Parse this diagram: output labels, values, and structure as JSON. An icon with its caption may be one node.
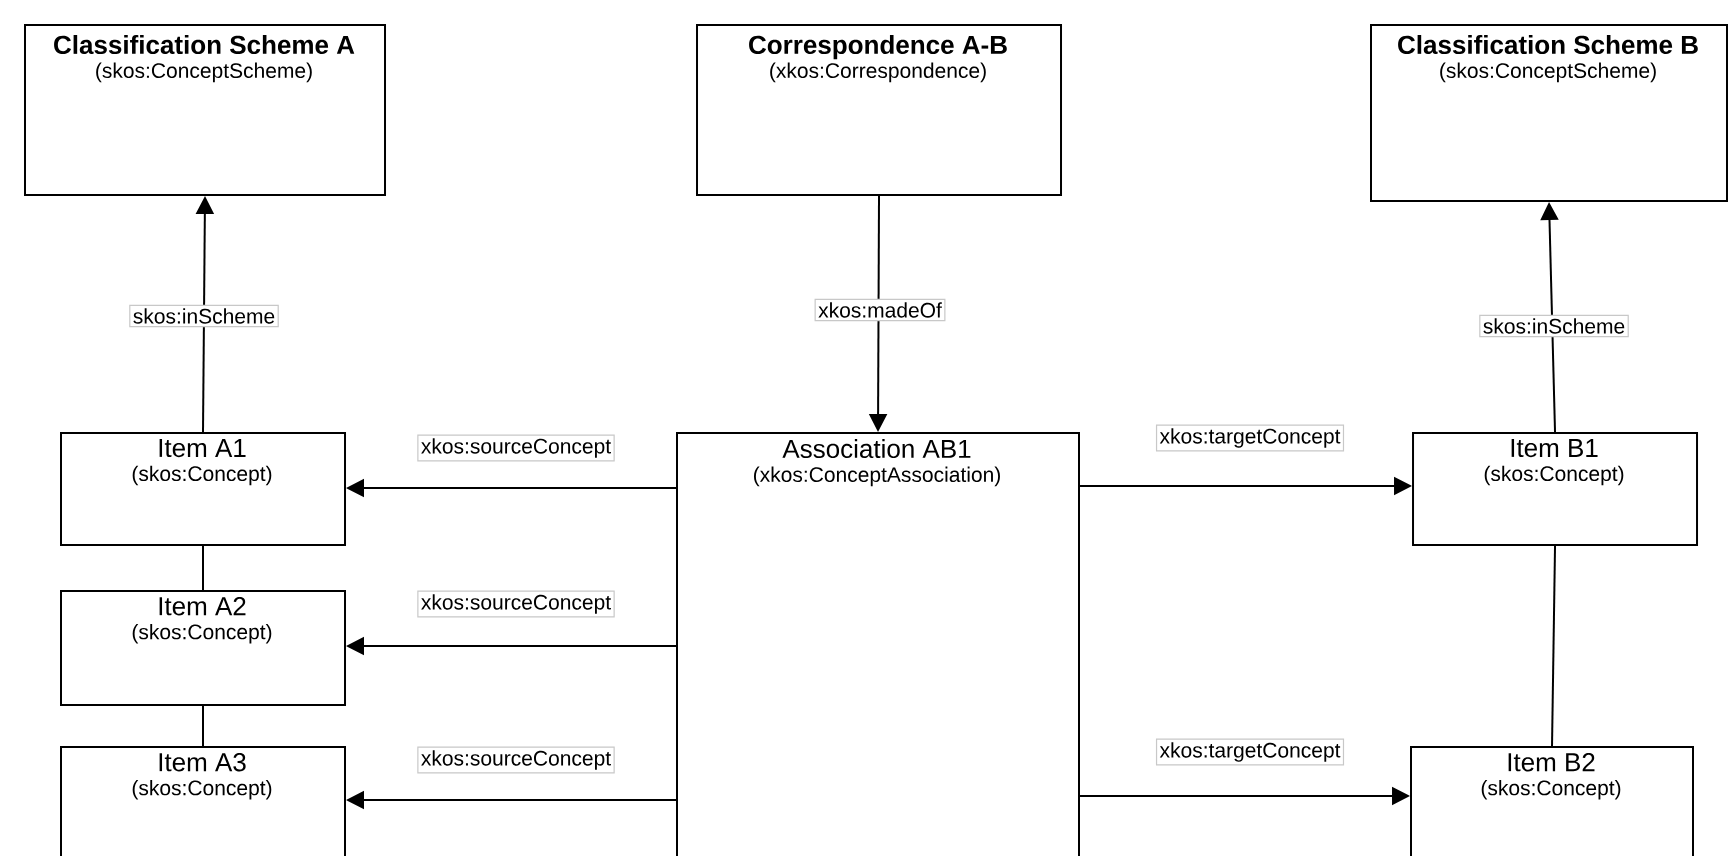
{
  "diagram": {
    "nodes": [
      {
        "text": [
          "Classification Scheme A",
          "(skos:ConceptScheme)"
        ]
      },
      {
        "text": [
          "Correspondence A-B",
          "(xkos:Correspondence)"
        ]
      },
      {
        "text": [
          "Classification Scheme B",
          "(skos:ConceptScheme)"
        ]
      },
      {
        "text": [
          "Item A1",
          "(skos:Concept)"
        ]
      },
      {
        "text": [
          "Item A2",
          "(skos:Concept)"
        ]
      },
      {
        "text": [
          "Item A3",
          "(skos:Concept)"
        ]
      },
      {
        "text": [
          "Association AB1",
          "(xkos:ConceptAssociation)"
        ]
      },
      {
        "text": [
          "Item B1",
          "(skos:Concept)"
        ]
      },
      {
        "text": [
          "Item B2",
          "(skos:Concept)"
        ]
      }
    ],
    "edges": [
      {
        "from": 3,
        "to": 0,
        "arrow": "to",
        "label": "skos:inScheme"
      },
      {
        "from": 1,
        "to": 6,
        "arrow": "to",
        "label": "xkos:madeOf"
      },
      {
        "from": 7,
        "to": 2,
        "arrow": "to",
        "label": "skos:inScheme"
      },
      {
        "from": 6,
        "to": 3,
        "arrow": "to",
        "label": "xkos:sourceConcept"
      },
      {
        "from": 6,
        "to": 4,
        "arrow": "to",
        "label": "xkos:sourceConcept"
      },
      {
        "from": 6,
        "to": 5,
        "arrow": "to",
        "label": "xkos:sourceConcept"
      },
      {
        "from": 6,
        "to": 7,
        "arrow": "to",
        "label": "xkos:targetConcept"
      },
      {
        "from": 6,
        "to": 8,
        "arrow": "to",
        "label": "xkos:targetConcept"
      },
      {
        "from": 3,
        "to": 4,
        "arrow": "none"
      },
      {
        "from": 4,
        "to": 5,
        "arrow": "none"
      },
      {
        "from": 7,
        "to": 8,
        "arrow": "none"
      }
    ]
  }
}
